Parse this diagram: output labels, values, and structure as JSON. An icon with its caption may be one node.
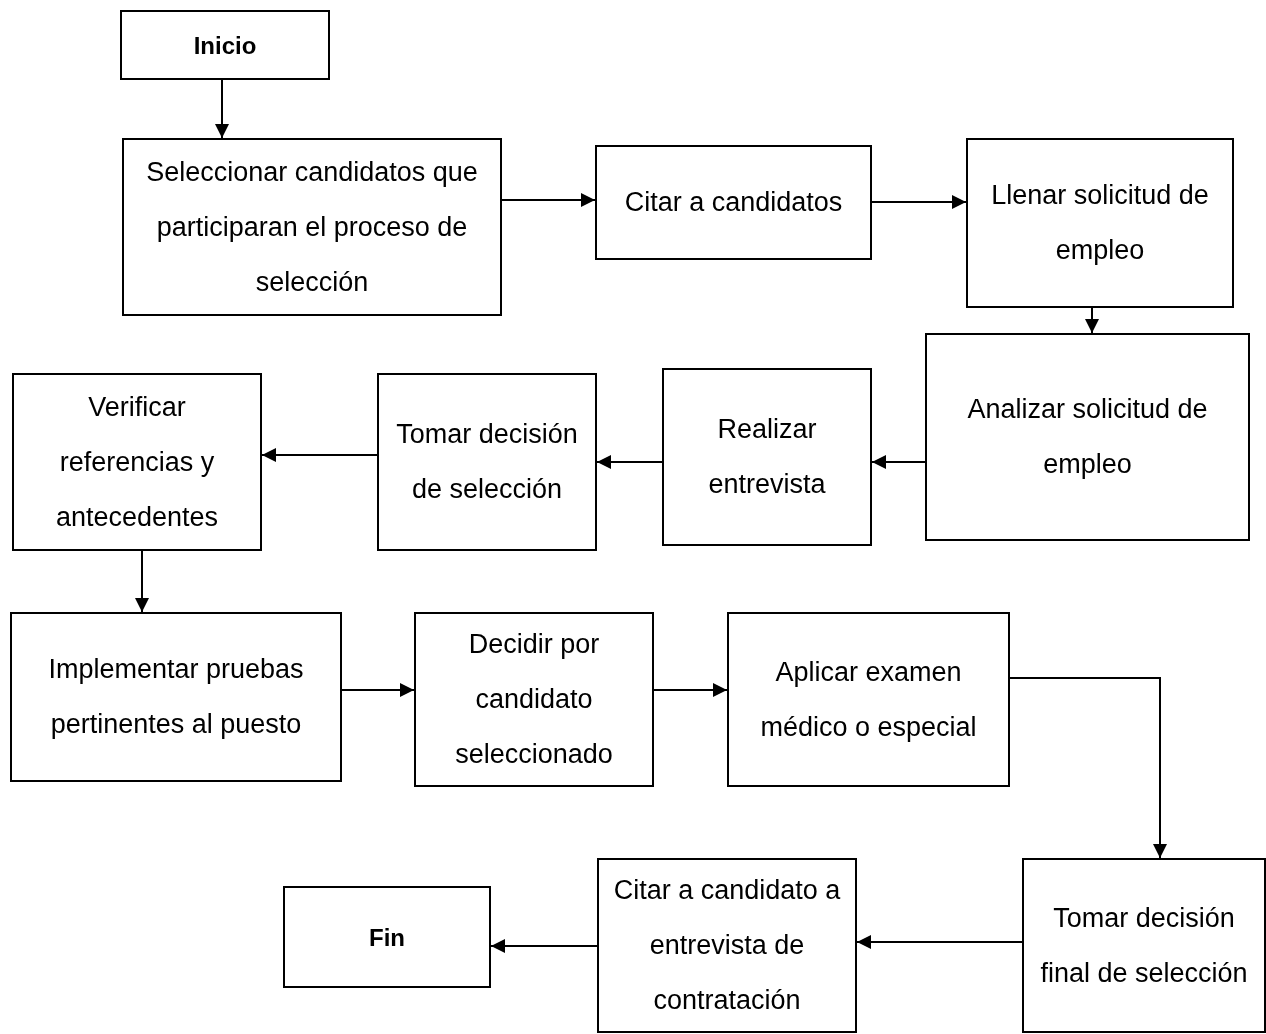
{
  "diagram": {
    "nodes": [
      {
        "text": [
          "Inicio"
        ]
      },
      {
        "text": [
          "Seleccionar candidatos que participaran el proceso de selección"
        ]
      },
      {
        "text": [
          "Citar a candidatos"
        ]
      },
      {
        "text": [
          "Llenar solicitud de empleo"
        ]
      },
      {
        "text": [
          "Analizar solicitud de empleo"
        ]
      },
      {
        "text": [
          "Realizar entrevista"
        ]
      },
      {
        "text": [
          "Tomar decisión de selección"
        ]
      },
      {
        "text": [
          "Verificar referencias y antecedentes"
        ]
      },
      {
        "text": [
          "Implementar pruebas pertinentes al puesto"
        ]
      },
      {
        "text": [
          "Decidir por candidato seleccionado"
        ]
      },
      {
        "text": [
          "Aplicar examen médico o especial"
        ]
      },
      {
        "text": [
          "Tomar decisión final de selección"
        ]
      },
      {
        "text": [
          "Citar a candidato a entrevista de contratación"
        ]
      },
      {
        "text": [
          "Fin"
        ]
      }
    ],
    "edges": [
      {
        "from": 0,
        "to": 1,
        "arrow": "to"
      },
      {
        "from": 1,
        "to": 2,
        "arrow": "to"
      },
      {
        "from": 2,
        "to": 3,
        "arrow": "to"
      },
      {
        "from": 3,
        "to": 4,
        "arrow": "to"
      },
      {
        "from": 4,
        "to": 5,
        "arrow": "to"
      },
      {
        "from": 5,
        "to": 6,
        "arrow": "to"
      },
      {
        "from": 6,
        "to": 7,
        "arrow": "to"
      },
      {
        "from": 7,
        "to": 8,
        "arrow": "to"
      },
      {
        "from": 8,
        "to": 9,
        "arrow": "to"
      },
      {
        "from": 9,
        "to": 10,
        "arrow": "to"
      },
      {
        "from": 10,
        "to": 11,
        "arrow": "to"
      },
      {
        "from": 11,
        "to": 12,
        "arrow": "to"
      },
      {
        "from": 12,
        "to": 13,
        "arrow": "to"
      }
    ]
  }
}
